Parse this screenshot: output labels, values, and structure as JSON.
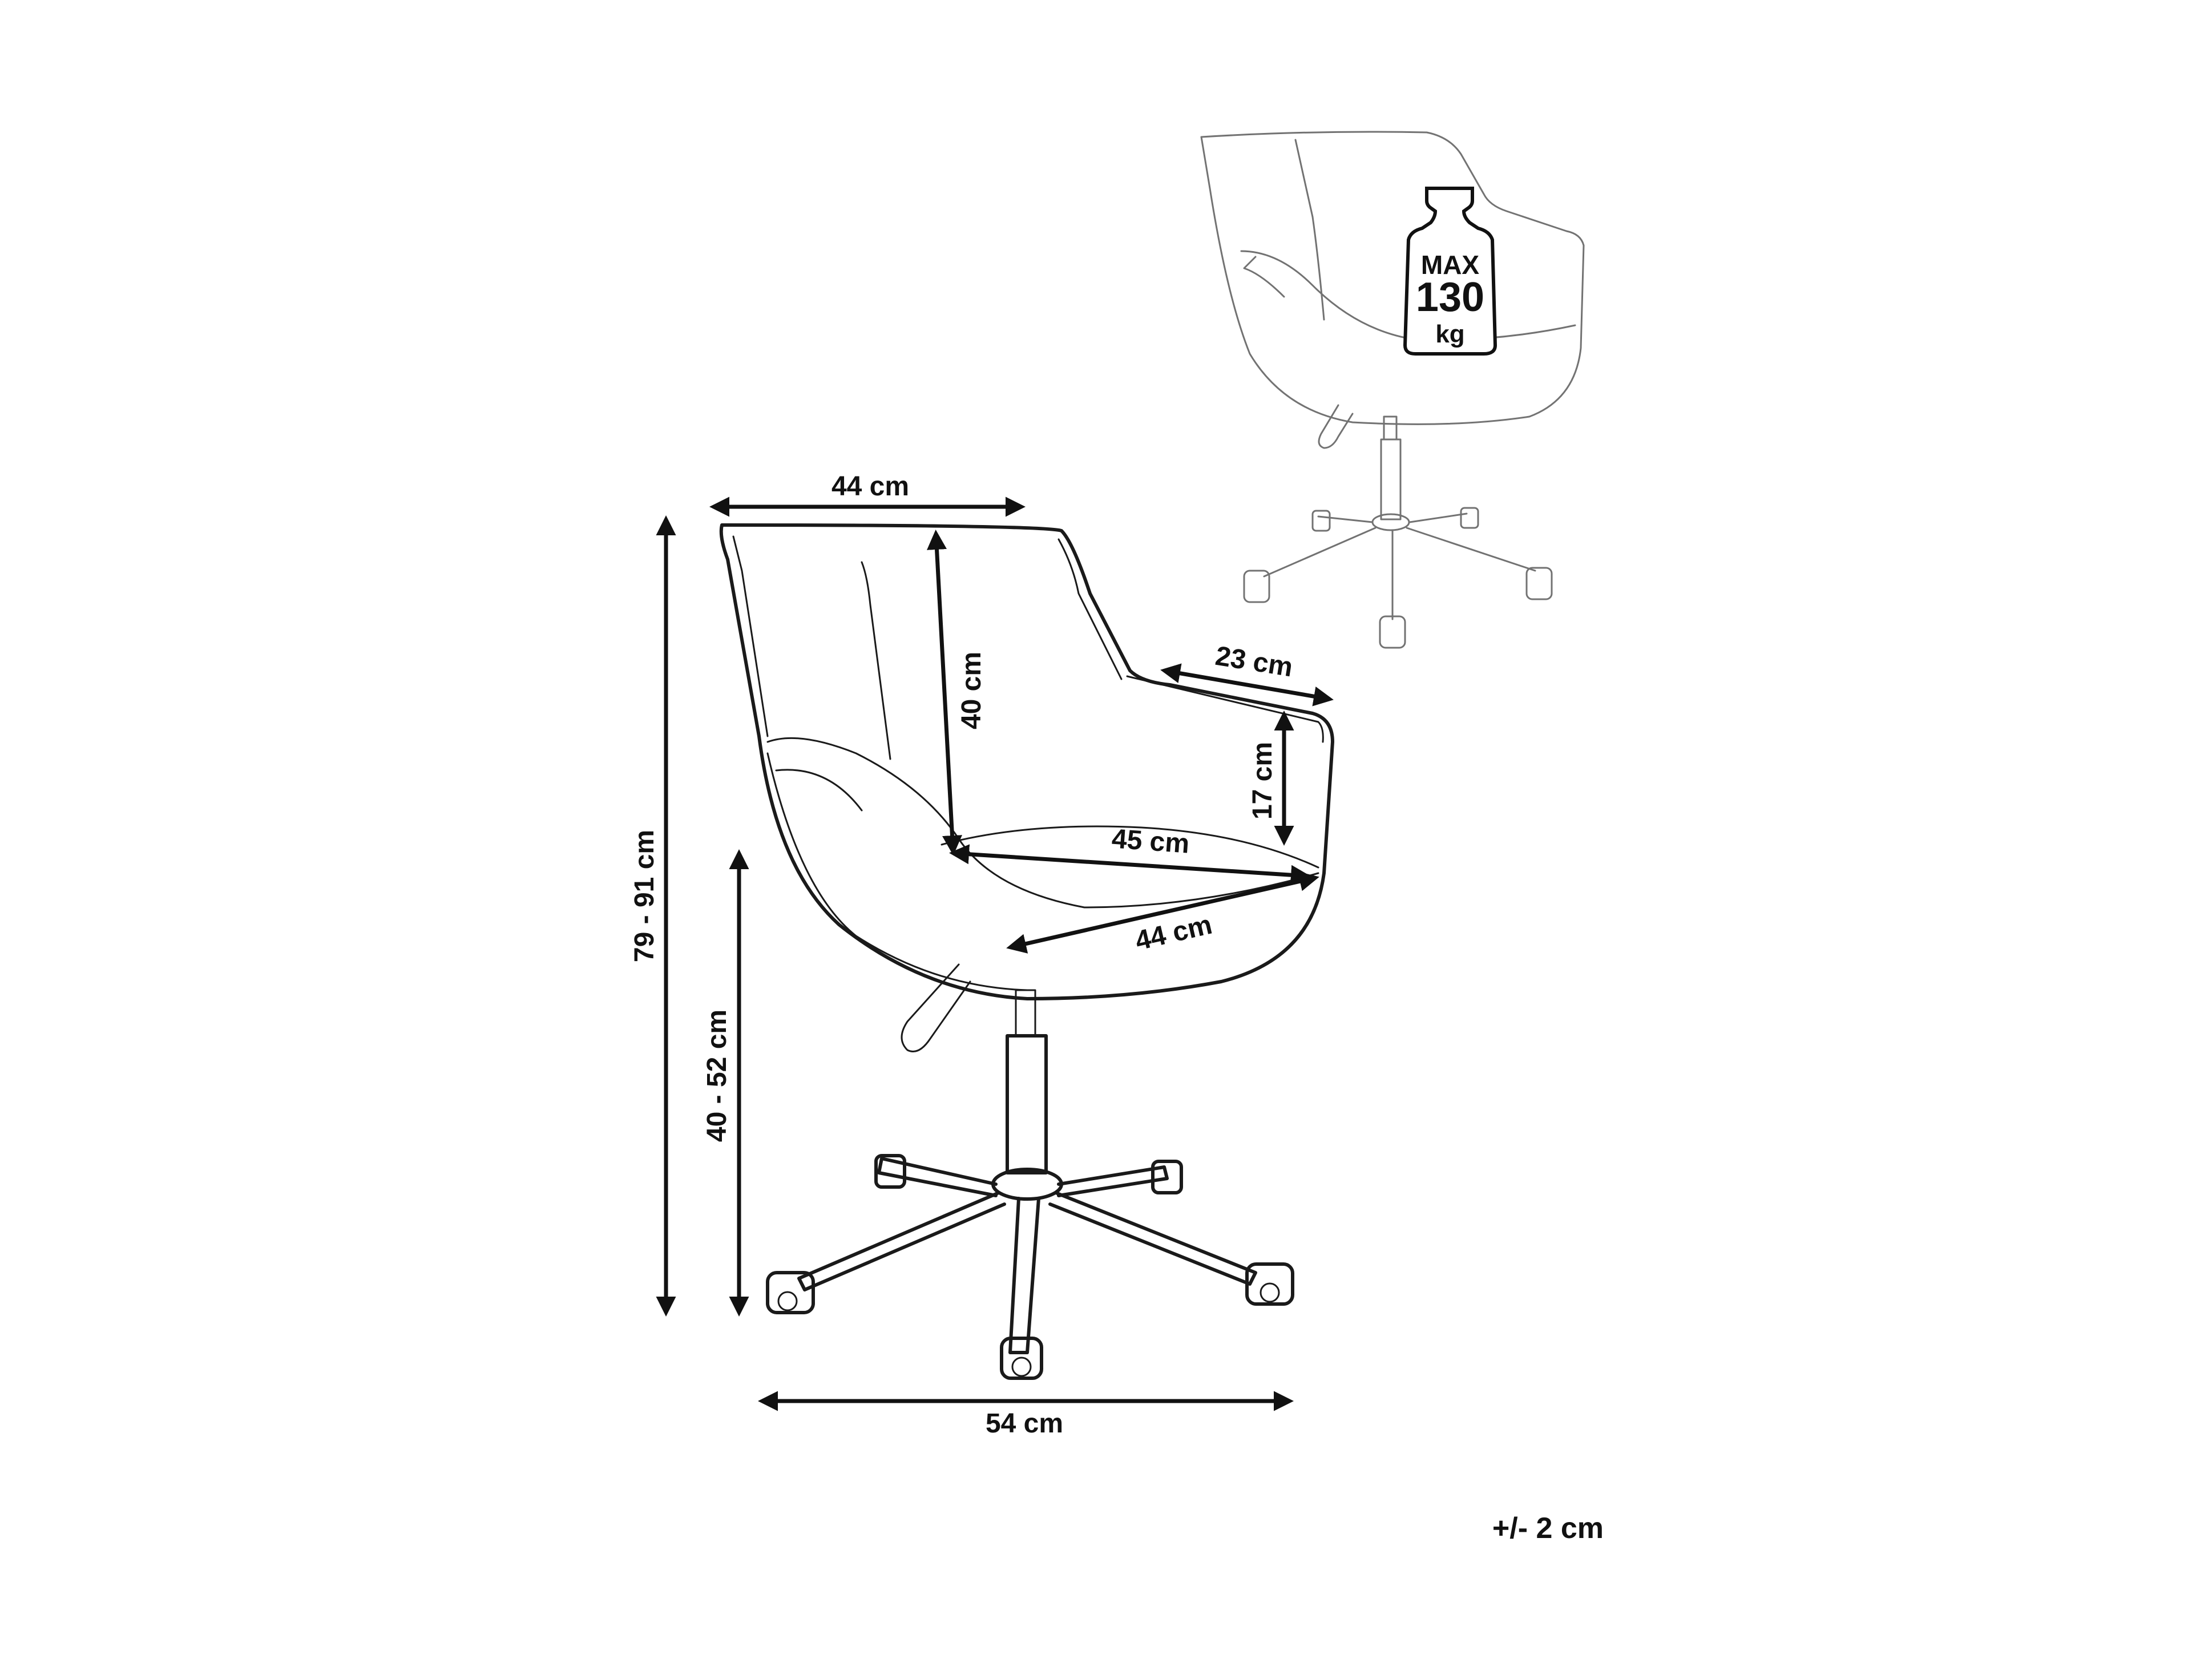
{
  "dimensions": {
    "top_width": "44 cm",
    "backrest_height": "40 cm",
    "armrest_length": "23 cm",
    "armrest_height": "17 cm",
    "seat_depth": "45 cm",
    "seat_width": "44 cm",
    "total_height": "79 - 91 cm",
    "seat_height": "40 - 52 cm",
    "base_width": "54 cm"
  },
  "weight_badge": {
    "line1": "MAX",
    "line2": "130",
    "line3": "kg",
    "icon": "weight-icon"
  },
  "tolerance": "+/- 2 cm"
}
